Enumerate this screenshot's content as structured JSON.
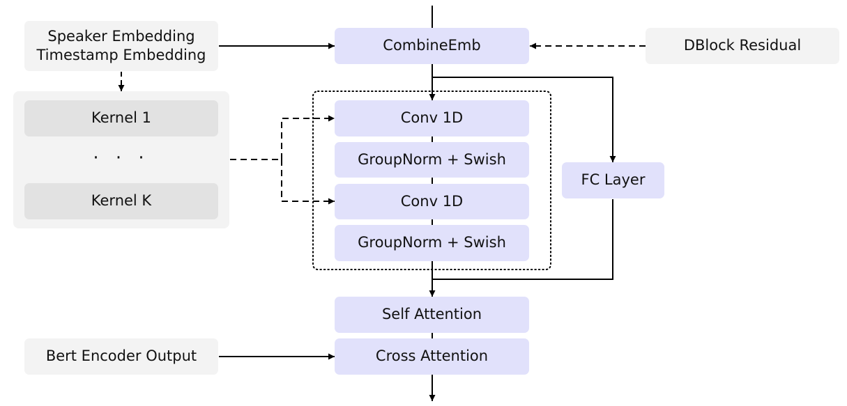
{
  "nodes": {
    "speaker_embedding": "Speaker Embedding",
    "timestamp_embedding": "Timestamp Embedding",
    "combine_emb": "CombineEmb",
    "dblock_residual": "DBlock Residual",
    "kernel_first": "Kernel 1",
    "kernel_ellipsis": "· · ·",
    "kernel_last": "Kernel K",
    "conv_1": "Conv 1D",
    "groupnorm_swish_1": "GroupNorm + Swish",
    "conv_2": "Conv 1D",
    "groupnorm_swish_2": "GroupNorm + Swish",
    "fc_layer": "FC Layer",
    "self_attention": "Self Attention",
    "bert_encoder_output": "Bert Encoder Output",
    "cross_attention": "Cross Attention"
  },
  "colors": {
    "block_fill": "#e1e1fb",
    "input_fill": "#f3f3f3",
    "kernel_fill": "#e2e2e2",
    "line": "#000000"
  }
}
